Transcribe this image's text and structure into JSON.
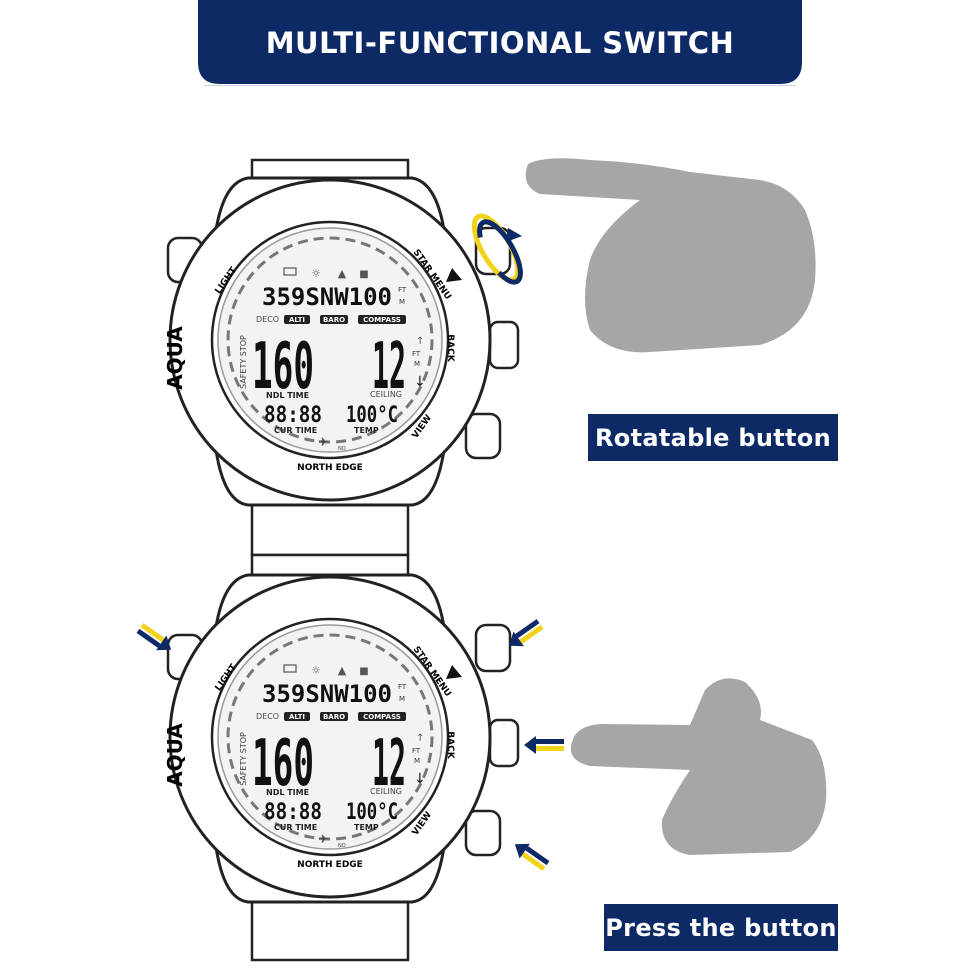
{
  "title": "MULTI-FUNCTIONAL SWITCH",
  "labels": {
    "rotate": "Rotatable button",
    "press": "Press the button"
  },
  "colors": {
    "banner": "#0d2a66",
    "label_bg": "#0d2a66",
    "arrow_blue": "#0d2a66",
    "arrow_yellow": "#f2d31b",
    "hand": "#a6a6a6"
  },
  "watch": {
    "brand": "AQUA",
    "maker": "NORTH EDGE",
    "bezel_left": "LIGHT",
    "bezel_top_right": "STAR MENU",
    "bezel_right": "BACK",
    "bezel_bottom_right": "VIEW",
    "line1": "359SNW100",
    "line1_unit_top": "FT",
    "line1_unit_bottom": "M",
    "deco": "DECO",
    "modes": [
      "ALTI",
      "BARO",
      "COMPASS"
    ],
    "safety_stop": "SAFETY STOP",
    "big_left": "160",
    "big_right": "12",
    "ft": "FT",
    "m": "M",
    "ceiling": "CEILING",
    "ndl_time": "NDL TIME",
    "time_value": "88:88",
    "temp_value": "100°C",
    "cur_time": "CUR TIME",
    "temp": "TEMP",
    "no": "NO"
  },
  "icons": [
    "rotate-arrow-icon",
    "press-arrow-icon",
    "pointing-hand-icon",
    "battery-icon",
    "weather-icon",
    "tree-icon",
    "lock-icon",
    "airplane-icon",
    "triangle-icon"
  ]
}
